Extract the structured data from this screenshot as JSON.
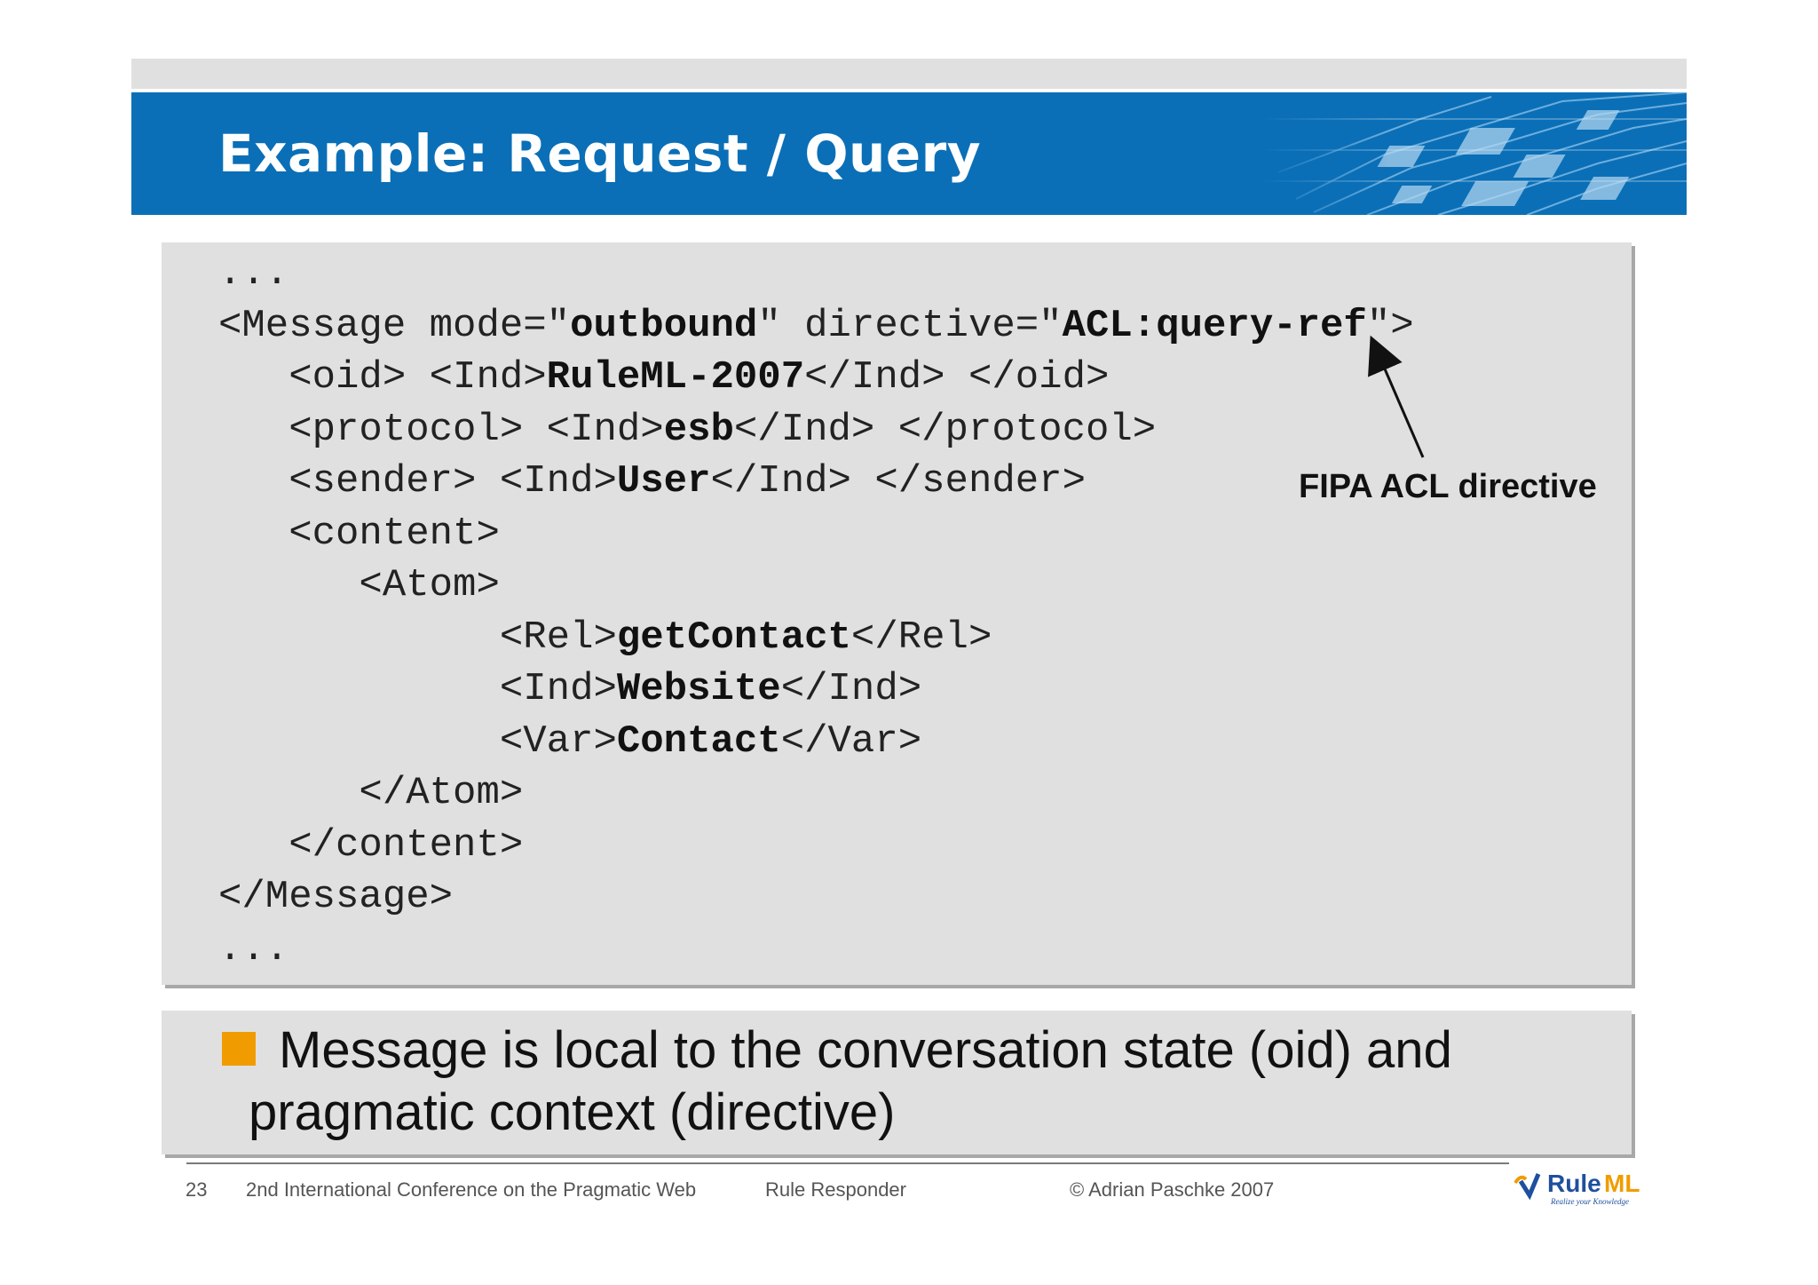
{
  "slide": {
    "title": "Example: Request / Query"
  },
  "code": {
    "lines": [
      [
        "..."
      ],
      [
        "<Message mode=\"",
        {
          "b": "outbound"
        },
        "\" directive=\"",
        {
          "b": "ACL:query-ref"
        },
        "\">"
      ],
      [
        "   <oid> <Ind>",
        {
          "b": "RuleML-2007"
        },
        "</Ind> </oid>"
      ],
      [
        "   <protocol> <Ind>",
        {
          "b": "esb"
        },
        "</Ind> </protocol>"
      ],
      [
        "   <sender> <Ind>",
        {
          "b": "User"
        },
        "</Ind> </sender>"
      ],
      [
        "   <content>"
      ],
      [
        "      <Atom>"
      ],
      [
        "            <Rel>",
        {
          "b": "getContact"
        },
        "</Rel>"
      ],
      [
        "            <Ind>",
        {
          "b": "Website"
        },
        "</Ind>"
      ],
      [
        "            <Var>",
        {
          "b": "Contact"
        },
        "</Var>"
      ],
      [
        "      </Atom>"
      ],
      [
        "   </content>"
      ],
      [
        "</Message>"
      ],
      [
        "..."
      ]
    ]
  },
  "annotation": {
    "label": "FIPA ACL directive"
  },
  "bullet": {
    "text": "Message is local to the conversation state (oid) and pragmatic context (directive)"
  },
  "footer": {
    "page_number": "23",
    "conference": "2nd International Conference on the Pragmatic Web",
    "topic": "Rule Responder",
    "copyright": "© Adrian Paschke 2007",
    "logo_text": "RuleML",
    "logo_tagline": "Realize your Knowledge"
  },
  "colors": {
    "title_bar": "#0a6fb7",
    "bullet_square": "#f09c00",
    "code_background": "#e0e0e0"
  }
}
